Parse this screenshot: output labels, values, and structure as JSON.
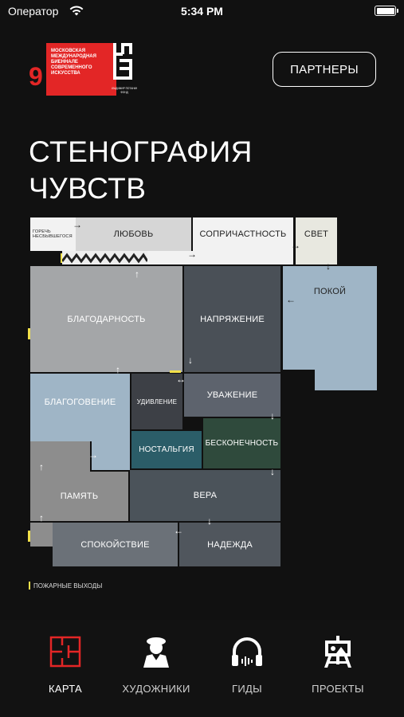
{
  "status_bar": {
    "carrier": "Оператор",
    "time": "5:34 PM"
  },
  "logo": {
    "number": "9",
    "lines": [
      "Московская",
      "международная",
      "биеннале",
      "современного",
      "искусства"
    ],
    "partner_caption": "ВЛАДИМИР ПОТАНИН ФОНД"
  },
  "header": {
    "partners_label": "ПАРТНЕРЫ"
  },
  "title": {
    "line1": "СТЕНОГРАФИЯ",
    "line2": "ЧУВСТВ"
  },
  "map": {
    "rooms": {
      "sorrow": "ГОРЕЧЬ НЕСБЫВШЕГОСЯ",
      "love": "ЛЮБОВЬ",
      "complicity": "СОПРИЧАСТНОСТЬ",
      "light": "СВЕТ",
      "gratitude": "БЛАГОДАРНОСТЬ",
      "tension": "НАПРЯЖЕНИЕ",
      "peace": "ПОКОЙ",
      "reverence": "БЛАГОГОВЕНИЕ",
      "surprise": "УДИВЛЕНИЕ",
      "respect": "УВАЖЕНИЕ",
      "nostalgia": "НОСТАЛЬГИЯ",
      "infinity": "БЕСКОНЕЧНОСТЬ",
      "memory": "ПАМЯТЬ",
      "faith": "ВЕРА",
      "calm": "СПОКОЙСТВИЕ",
      "hope": "НАДЕЖДА"
    },
    "colors": {
      "white_room": "#f2f2f2",
      "light_grey": "#d6d6d6",
      "gratitude": "#a4a6a8",
      "tension": "#4a5057",
      "peace": "#9fb5c6",
      "reverence": "#9fb5c6",
      "surprise": "#3d4046",
      "respect": "#5d636d",
      "nostalgia": "#2b5d68",
      "infinity": "#2f4a3c",
      "memory": "#8d8d8d",
      "faith": "#4b535a",
      "calm": "#6b7178",
      "hope": "#50565d",
      "exit": "#f2e14a"
    }
  },
  "legend": {
    "fire_exits": "ПОЖАРНЫЕ ВЫХОДЫ"
  },
  "tabs": [
    {
      "label": "КАРТА",
      "icon": "map-icon"
    },
    {
      "label": "ХУДОЖНИКИ",
      "icon": "artist-icon"
    },
    {
      "label": "ГИДЫ",
      "icon": "headphones-icon"
    },
    {
      "label": "ПРОЕКТЫ",
      "icon": "easel-icon"
    }
  ],
  "accent_color": "#e32626"
}
